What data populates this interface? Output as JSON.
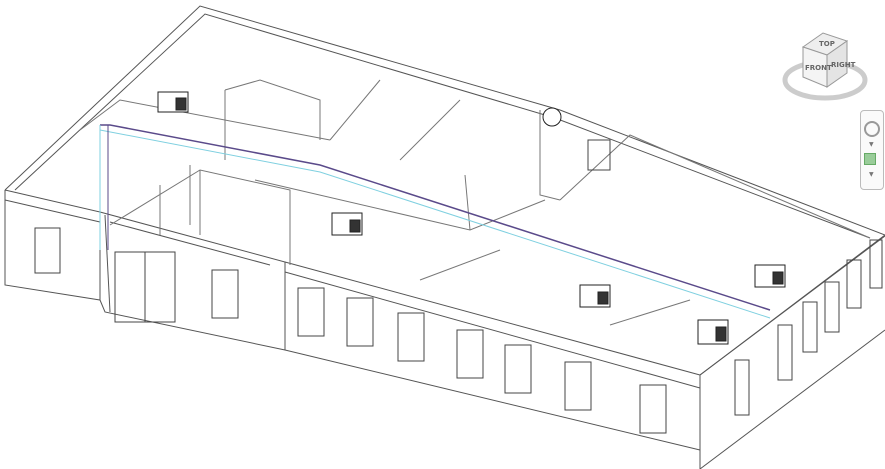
{
  "view": {
    "type": "3D View"
  },
  "viewcube": {
    "top": "TOP",
    "front": "FRONT",
    "right": "RIGHT"
  },
  "navbar": {
    "items": [
      "steering-wheel",
      "zoom-region"
    ]
  },
  "colors": {
    "duct_primary": "#5a4a8a",
    "duct_secondary": "#7fd0e0",
    "lines": "#555555"
  }
}
